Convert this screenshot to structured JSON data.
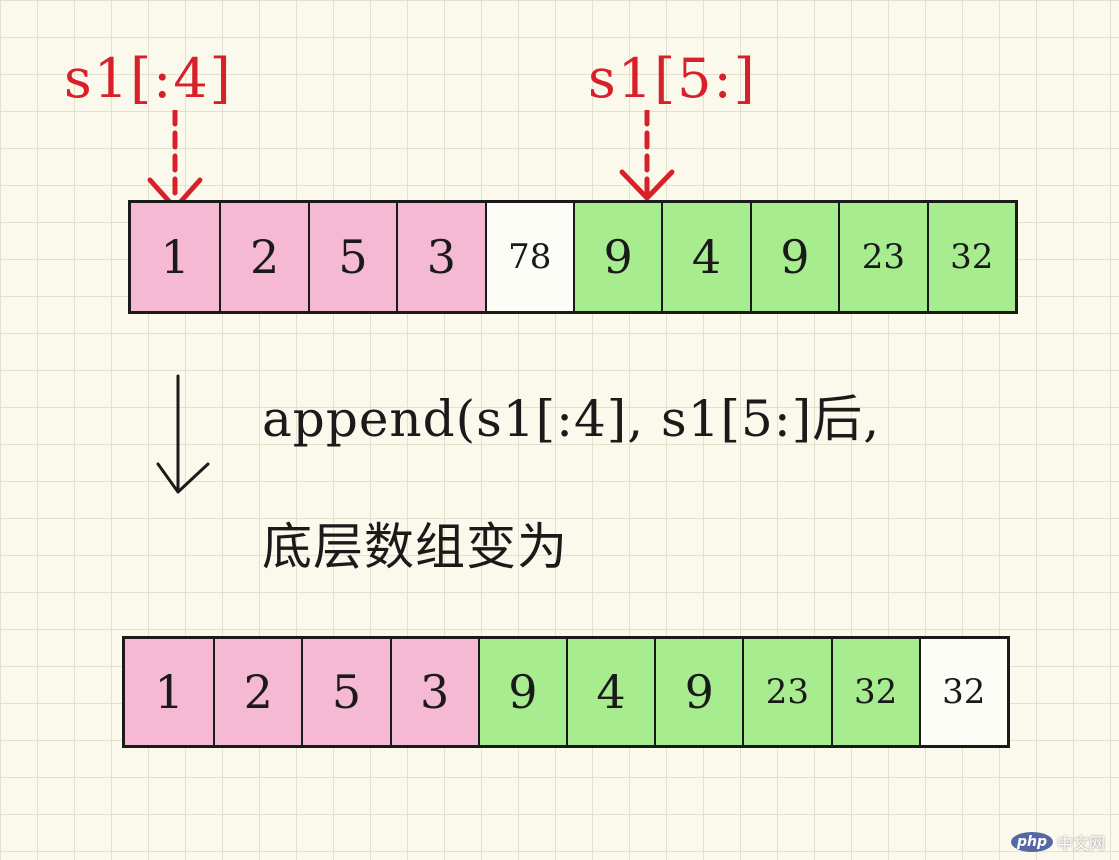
{
  "labels": {
    "left_slice": "s1[:4]",
    "right_slice": "s1[5:]"
  },
  "top_array": [
    {
      "value": "1",
      "color": "pink"
    },
    {
      "value": "2",
      "color": "pink"
    },
    {
      "value": "5",
      "color": "pink"
    },
    {
      "value": "3",
      "color": "pink"
    },
    {
      "value": "78",
      "color": "white"
    },
    {
      "value": "9",
      "color": "green"
    },
    {
      "value": "4",
      "color": "green"
    },
    {
      "value": "9",
      "color": "green"
    },
    {
      "value": "23",
      "color": "green"
    },
    {
      "value": "32",
      "color": "green"
    }
  ],
  "note": {
    "line1": "append(s1[:4], s1[5:]后,",
    "line2": "底层数组变为"
  },
  "bottom_array": [
    {
      "value": "1",
      "color": "pink"
    },
    {
      "value": "2",
      "color": "pink"
    },
    {
      "value": "5",
      "color": "pink"
    },
    {
      "value": "3",
      "color": "pink"
    },
    {
      "value": "9",
      "color": "green"
    },
    {
      "value": "4",
      "color": "green"
    },
    {
      "value": "9",
      "color": "green"
    },
    {
      "value": "23",
      "color": "green"
    },
    {
      "value": "32",
      "color": "green"
    },
    {
      "value": "32",
      "color": "white"
    }
  ],
  "colors": {
    "pink": "#f6b9d4",
    "green": "#a7ec8e",
    "red": "#d8202a",
    "ink": "#1a1a1a"
  },
  "watermark": {
    "logo": "php",
    "text": "中文网"
  }
}
